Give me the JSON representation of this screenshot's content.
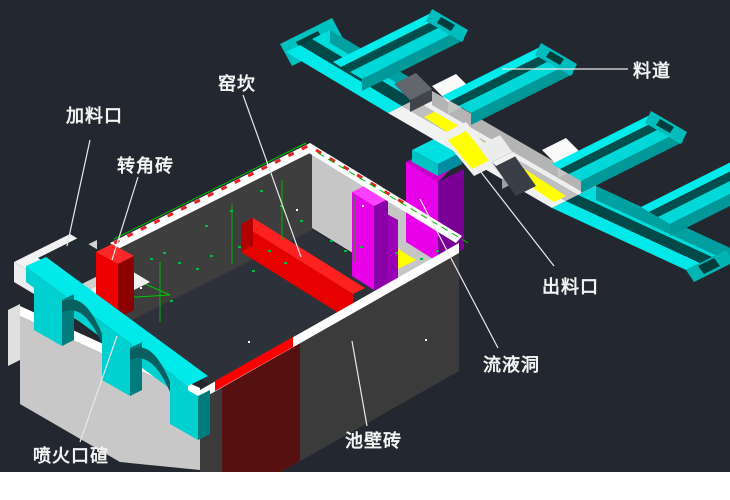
{
  "title": "glass-furnace-3d-cad-diagram",
  "labels": {
    "feed_port": "加料口",
    "corner_brick": "转角砖",
    "kiln_sill": "窑坎",
    "feeder_channel": "料道",
    "discharge_port": "出料口",
    "throat": "流液洞",
    "pool_wall_brick": "池壁砖",
    "burner_port_arch": "喷火口碹"
  },
  "colors": {
    "background": "#232830",
    "canvas_strip_bottom": "#ffffff",
    "label_text": "#f2f2f2",
    "leader_line": "#e8e8e8",
    "wall_white": "#ffffff",
    "wall_light_gray": "#c8c8c8",
    "wall_dark_gray": "#3b3b3b",
    "brick_red": "#ff0000",
    "shaded_red": "#571010",
    "cyan": "#00e8e8",
    "teal_shadow": "#014848",
    "magenta": "#e800e8",
    "purple": "#7a0096",
    "molten_yellow": "#ffff00",
    "annotation_green": "#00c800",
    "annotation_red_dash": "#e82020"
  }
}
